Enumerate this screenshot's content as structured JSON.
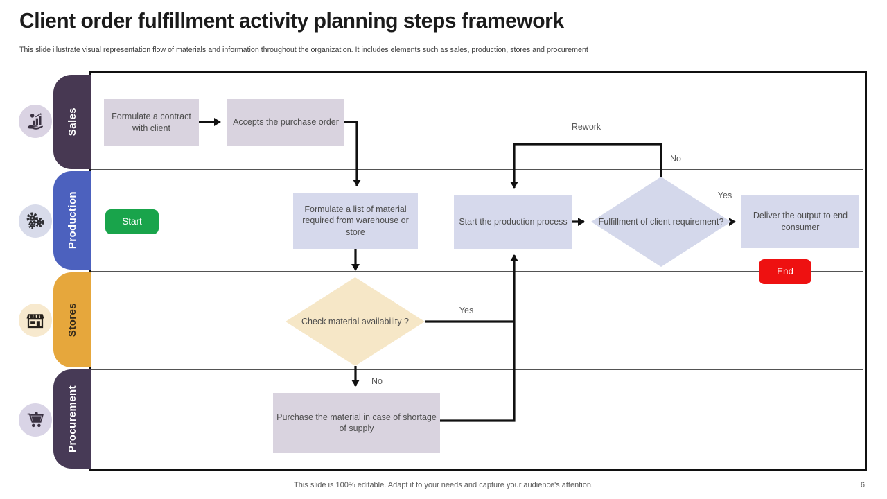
{
  "slide": {
    "title": "Client order fulfillment activity planning steps framework",
    "subtitle": "This slide illustrate visual representation flow of materials and information throughout the organization. It includes elements such as sales, production, stores and procurement",
    "footer": "This slide is 100% editable. Adapt it to your needs and capture your audience's attention.",
    "page_number": "6"
  },
  "lanes": [
    {
      "label": "Sales",
      "color": "#473852",
      "text_color": "#ffffff",
      "icon": "hand-growth-icon"
    },
    {
      "label": "Production",
      "color": "#4c61be",
      "text_color": "#ffffff",
      "icon": "gears-icon"
    },
    {
      "label": "Stores",
      "color": "#e6a73c",
      "text_color": "#33291a",
      "icon": "storefront-icon"
    },
    {
      "label": "Procurement",
      "color": "#473a56",
      "text_color": "#ffffff",
      "icon": "cart-icon"
    }
  ],
  "nodes": {
    "start": {
      "label": "Start",
      "color": "#19a44b"
    },
    "end": {
      "label": "End",
      "color": "#ee1111"
    },
    "formulate_contract": {
      "label": "Formulate a contract with client"
    },
    "accepts_po": {
      "label": "Accepts the purchase order"
    },
    "formulate_list": {
      "label": "Formulate a list of material required from warehouse or store"
    },
    "start_production": {
      "label": "Start the production process"
    },
    "fulfillment": {
      "label": "Fulfillment of client requirement?"
    },
    "deliver": {
      "label": "Deliver the output to end consumer"
    },
    "check_material": {
      "label": "Check material availability ?"
    },
    "purchase": {
      "label": "Purchase the material in case of shortage  of supply"
    }
  },
  "edge_labels": {
    "rework": "Rework",
    "no_top": "No",
    "yes_right": "Yes",
    "yes_mid": "Yes",
    "no_mid": "No"
  }
}
